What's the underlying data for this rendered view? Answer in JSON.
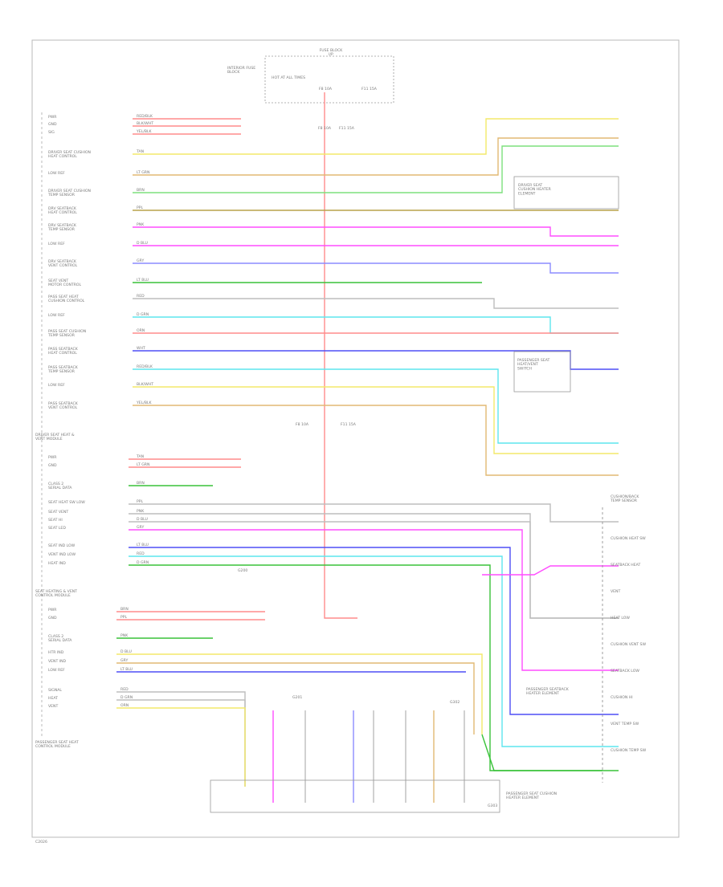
{
  "diagram": {
    "footer_left": "C2026",
    "header_fuse": "FUSE BLOCK\nI/P",
    "top_labels": [
      "INTERIOR FUSE\nBLOCK",
      "HOT AT ALL TIMES",
      "F8 10A",
      "F11 15A"
    ],
    "left_module_upper": "DRIVER SEAT HEAT &\nVENT MODULE",
    "left_module_middle": "SEAT HEATING & VENT\nCONTROL MODULE",
    "left_module_lower": "PASSENGER SEAT HEAT\nCONTROL MODULE",
    "right_box_upper": "DRIVER SEAT\nCUSHION HEATER\nELEMENT",
    "right_box_passenger": "PASSENGER SEAT\nHEAT/VENT\nSWITCH",
    "right_box_bottom": "PASSENGER SEATBACK\nHEATER ELEMENT",
    "bottom_box": "PASSENGER SEAT CUSHION\nHEATER ELEMENT",
    "right_stack": [
      "CUSHION HEAT SW",
      "SEATBACK HEAT",
      "VENT",
      "HEAT LOW",
      "CUSHION VENT SW",
      "SEATBACK LOW",
      "CUSHION HI",
      "VENT TEMP SW",
      "CUSHION TEMP SW"
    ],
    "right_stack_title": "CUSHION/BACK\nTEMP SENSOR",
    "ground_labels": [
      "G200",
      "G201",
      "G302",
      "G303"
    ],
    "pin_labels_upper": [
      "PWR",
      "GND",
      "SIG",
      "DRIVER SEAT CUSHION\nHEAT CONTROL",
      "LOW REF",
      "DRIVER SEAT CUSHION\nTEMP SENSOR",
      "DRV SEATBACK\nHEAT CONTROL",
      "DRV SEATBACK\nTEMP SENSOR",
      "LOW REF",
      "DRV SEATBACK\nVENT CONTROL",
      "SEAT VENT\nMOTOR CONTROL",
      "PASS SEAT HEAT\nCUSHION CONTROL",
      "LOW REF",
      "PASS SEAT CUSHION\nTEMP SENSOR",
      "PASS SEATBACK\nHEAT CONTROL",
      "PASS SEATBACK\nTEMP SENSOR",
      "LOW REF",
      "PASS SEATBACK\nVENT CONTROL"
    ],
    "pin_labels_middle": [
      "PWR",
      "GND",
      "CLASS 2\nSERIAL DATA",
      "SEAT HEAT SW LOW",
      "SEAT VENT",
      "SEAT HI",
      "SEAT LED",
      "SEAT IND LOW",
      "VENT IND LOW",
      "HEAT IND"
    ],
    "pin_labels_lower": [
      "PWR",
      "GND",
      "CLASS 2\nSERIAL DATA",
      "HTR IND",
      "VENT IND",
      "LOW REF",
      "SIGNAL",
      "HEAT",
      "VENT"
    ],
    "wire_codes": [
      "RED/BLK",
      "BLK/WHT",
      "YEL/BLK",
      "TAN",
      "LT GRN",
      "BRN",
      "PPL",
      "PNK",
      "D BLU",
      "GRY",
      "LT BLU",
      "RED",
      "D GRN",
      "ORN",
      "WHT"
    ]
  }
}
